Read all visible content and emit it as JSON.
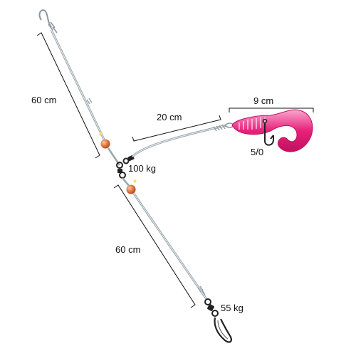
{
  "labels": {
    "upper_length": "60 cm",
    "branch_length": "20 cm",
    "lure_length": "9 cm",
    "hook_size": "5/0",
    "swivel_strength": "100 kg",
    "lower_length": "60 cm",
    "snap_strength": "55 kg"
  },
  "colors": {
    "line": "#9aa6ad",
    "bead": "#e0703a",
    "lure": "#e8217a",
    "metal": "#222222"
  },
  "icons": {
    "lure": "twister-tail-grub-icon",
    "hook": "hook-icon",
    "swivel": "three-way-swivel-icon",
    "snap": "snap-swivel-icon"
  }
}
